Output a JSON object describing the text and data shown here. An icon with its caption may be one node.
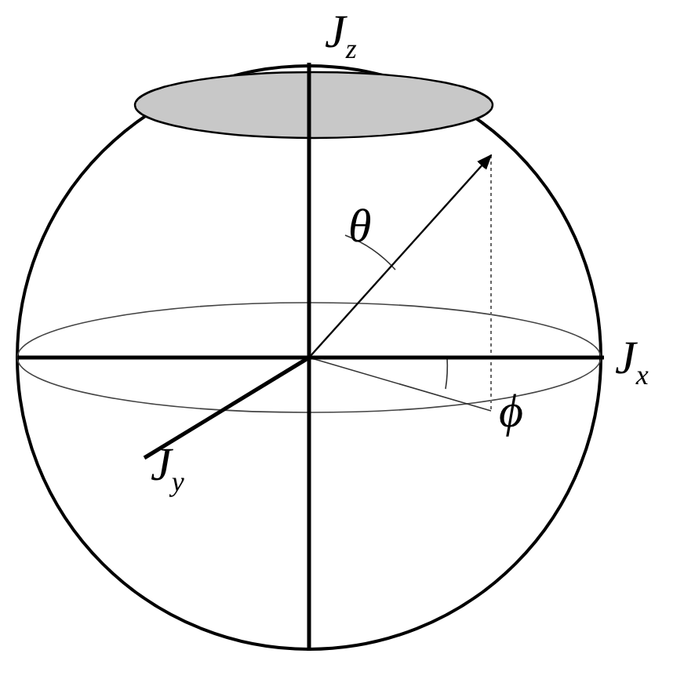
{
  "diagram": {
    "labels": [
      "J$_{z}$",
      "θ",
      "J$_{x}$",
      "ϕ",
      "J$_{y}$"
    ]
  }
}
